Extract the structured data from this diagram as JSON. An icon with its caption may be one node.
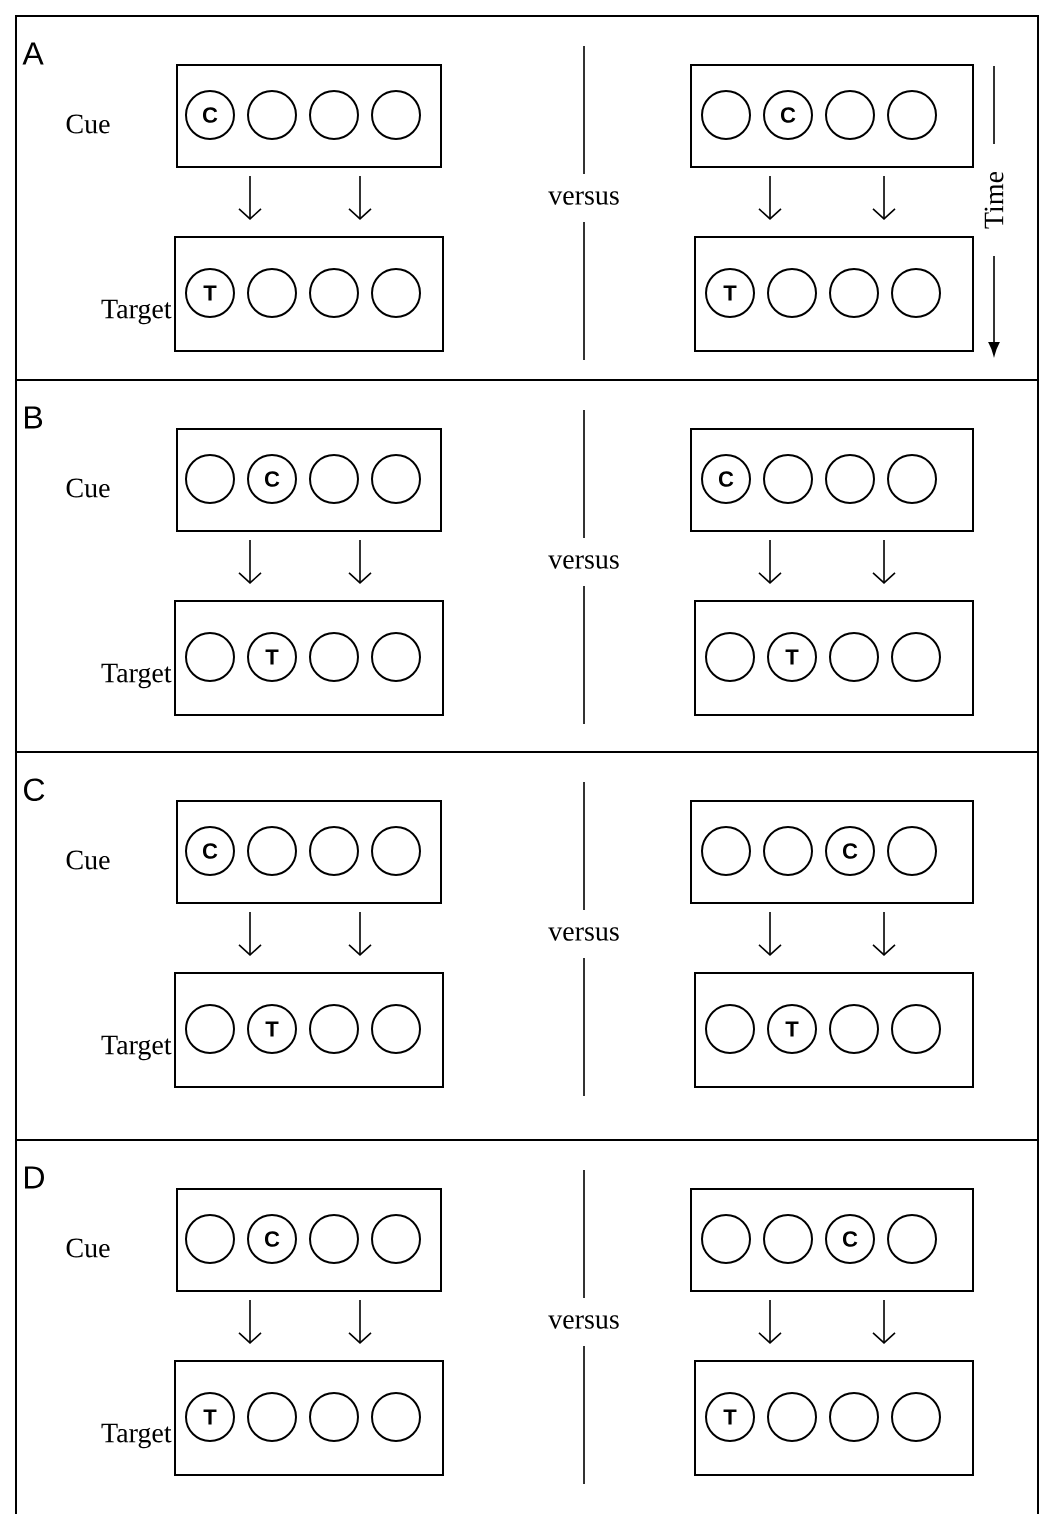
{
  "diagram": {
    "nodes": [
      {
        "text": [
          "A"
        ]
      },
      {
        "text": [],
        "shape": "box",
        "in": 0,
        "beside": [
          "Cue"
        ]
      },
      {
        "text": [
          "C"
        ],
        "in": 1
      },
      {
        "text": [],
        "shape": "circle",
        "in": 1
      },
      {
        "text": [],
        "shape": "circle",
        "in": 1
      },
      {
        "text": [],
        "shape": "circle",
        "in": 1
      },
      {
        "text": [],
        "shape": "box",
        "in": 0,
        "beside": [
          "Target"
        ]
      },
      {
        "text": [
          "T"
        ],
        "in": 6
      },
      {
        "text": [],
        "shape": "circle",
        "in": 6
      },
      {
        "text": [],
        "shape": "circle",
        "in": 6
      },
      {
        "text": [],
        "shape": "circle",
        "in": 6
      },
      {
        "text": [],
        "shape": "box",
        "in": 0
      },
      {
        "text": [],
        "shape": "circle",
        "in": 11
      },
      {
        "text": [
          "C"
        ],
        "in": 11
      },
      {
        "text": [],
        "shape": "circle",
        "in": 11
      },
      {
        "text": [],
        "shape": "circle",
        "in": 11
      },
      {
        "text": [],
        "shape": "box",
        "in": 0
      },
      {
        "text": [
          "T"
        ],
        "in": 16
      },
      {
        "text": [],
        "shape": "circle",
        "in": 16
      },
      {
        "text": [],
        "shape": "circle",
        "in": 16
      },
      {
        "text": [],
        "shape": "circle",
        "in": 16
      },
      {
        "text": [
          "B"
        ]
      },
      {
        "text": [],
        "shape": "box",
        "in": 21,
        "beside": [
          "Cue"
        ]
      },
      {
        "text": [],
        "shape": "circle",
        "in": 22
      },
      {
        "text": [
          "C"
        ],
        "in": 22
      },
      {
        "text": [],
        "shape": "circle",
        "in": 22
      },
      {
        "text": [],
        "shape": "circle",
        "in": 22
      },
      {
        "text": [],
        "shape": "box",
        "in": 21,
        "beside": [
          "Target"
        ]
      },
      {
        "text": [],
        "shape": "circle",
        "in": 27
      },
      {
        "text": [
          "T"
        ],
        "in": 27
      },
      {
        "text": [],
        "shape": "circle",
        "in": 27
      },
      {
        "text": [],
        "shape": "circle",
        "in": 27
      },
      {
        "text": [],
        "shape": "box",
        "in": 21
      },
      {
        "text": [
          "C"
        ],
        "in": 32
      },
      {
        "text": [],
        "shape": "circle",
        "in": 32
      },
      {
        "text": [],
        "shape": "circle",
        "in": 32
      },
      {
        "text": [],
        "shape": "circle",
        "in": 32
      },
      {
        "text": [],
        "shape": "box",
        "in": 21
      },
      {
        "text": [],
        "shape": "circle",
        "in": 37
      },
      {
        "text": [
          "T"
        ],
        "in": 37
      },
      {
        "text": [],
        "shape": "circle",
        "in": 37
      },
      {
        "text": [],
        "shape": "circle",
        "in": 37
      },
      {
        "text": [
          "C"
        ]
      },
      {
        "text": [],
        "shape": "box",
        "in": 42,
        "beside": [
          "Cue"
        ]
      },
      {
        "text": [
          "C"
        ],
        "in": 43
      },
      {
        "text": [],
        "shape": "circle",
        "in": 43
      },
      {
        "text": [],
        "shape": "circle",
        "in": 43
      },
      {
        "text": [],
        "shape": "circle",
        "in": 43
      },
      {
        "text": [],
        "shape": "box",
        "in": 42,
        "beside": [
          "Target"
        ]
      },
      {
        "text": [],
        "shape": "circle",
        "in": 48
      },
      {
        "text": [
          "T"
        ],
        "in": 48
      },
      {
        "text": [],
        "shape": "circle",
        "in": 48
      },
      {
        "text": [],
        "shape": "circle",
        "in": 48
      },
      {
        "text": [],
        "shape": "box",
        "in": 42
      },
      {
        "text": [],
        "shape": "circle",
        "in": 53
      },
      {
        "text": [],
        "shape": "circle",
        "in": 53
      },
      {
        "text": [
          "C"
        ],
        "in": 53
      },
      {
        "text": [],
        "shape": "circle",
        "in": 53
      },
      {
        "text": [],
        "shape": "box",
        "in": 42
      },
      {
        "text": [],
        "shape": "circle",
        "in": 58
      },
      {
        "text": [
          "T"
        ],
        "in": 58
      },
      {
        "text": [],
        "shape": "circle",
        "in": 58
      },
      {
        "text": [],
        "shape": "circle",
        "in": 58
      },
      {
        "text": [
          "D"
        ]
      },
      {
        "text": [],
        "shape": "box",
        "in": 63,
        "beside": [
          "Cue"
        ]
      },
      {
        "text": [],
        "shape": "circle",
        "in": 64
      },
      {
        "text": [
          "C"
        ],
        "in": 64
      },
      {
        "text": [],
        "shape": "circle",
        "in": 64
      },
      {
        "text": [],
        "shape": "circle",
        "in": 64
      },
      {
        "text": [],
        "shape": "box",
        "in": 63,
        "beside": [
          "Target"
        ]
      },
      {
        "text": [
          "T"
        ],
        "in": 69
      },
      {
        "text": [],
        "shape": "circle",
        "in": 69
      },
      {
        "text": [],
        "shape": "circle",
        "in": 69
      },
      {
        "text": [],
        "shape": "circle",
        "in": 69
      },
      {
        "text": [],
        "shape": "box",
        "in": 63
      },
      {
        "text": [],
        "shape": "circle",
        "in": 74
      },
      {
        "text": [],
        "shape": "circle",
        "in": 74
      },
      {
        "text": [
          "C"
        ],
        "in": 74
      },
      {
        "text": [],
        "shape": "circle",
        "in": 74
      },
      {
        "text": [],
        "shape": "box",
        "in": 63
      },
      {
        "text": [
          "T"
        ],
        "in": 79
      },
      {
        "text": [],
        "shape": "circle",
        "in": 79
      },
      {
        "text": [],
        "shape": "circle",
        "in": 79
      },
      {
        "text": [],
        "shape": "circle",
        "in": 79
      }
    ],
    "edges": [
      {
        "from": 1,
        "to": 6,
        "arrow": "to"
      },
      {
        "from": 1,
        "to": 6,
        "arrow": "to"
      },
      {
        "from": 11,
        "to": 16,
        "arrow": "to"
      },
      {
        "from": 11,
        "to": 16,
        "arrow": "to"
      },
      {
        "from": 22,
        "to": 27,
        "arrow": "to"
      },
      {
        "from": 22,
        "to": 27,
        "arrow": "to"
      },
      {
        "from": 32,
        "to": 37,
        "arrow": "to"
      },
      {
        "from": 32,
        "to": 37,
        "arrow": "to"
      },
      {
        "from": 43,
        "to": 48,
        "arrow": "to"
      },
      {
        "from": 43,
        "to": 48,
        "arrow": "to"
      },
      {
        "from": 53,
        "to": 58,
        "arrow": "to"
      },
      {
        "from": 53,
        "to": 58,
        "arrow": "to"
      },
      {
        "from": 64,
        "to": 69,
        "arrow": "to"
      },
      {
        "from": 64,
        "to": 69,
        "arrow": "to"
      },
      {
        "from": 74,
        "to": 79,
        "arrow": "to"
      },
      {
        "from": 74,
        "to": 79,
        "arrow": "to"
      }
    ],
    "labels": [
      "versus",
      "Time",
      "versus",
      "versus",
      "versus"
    ]
  }
}
